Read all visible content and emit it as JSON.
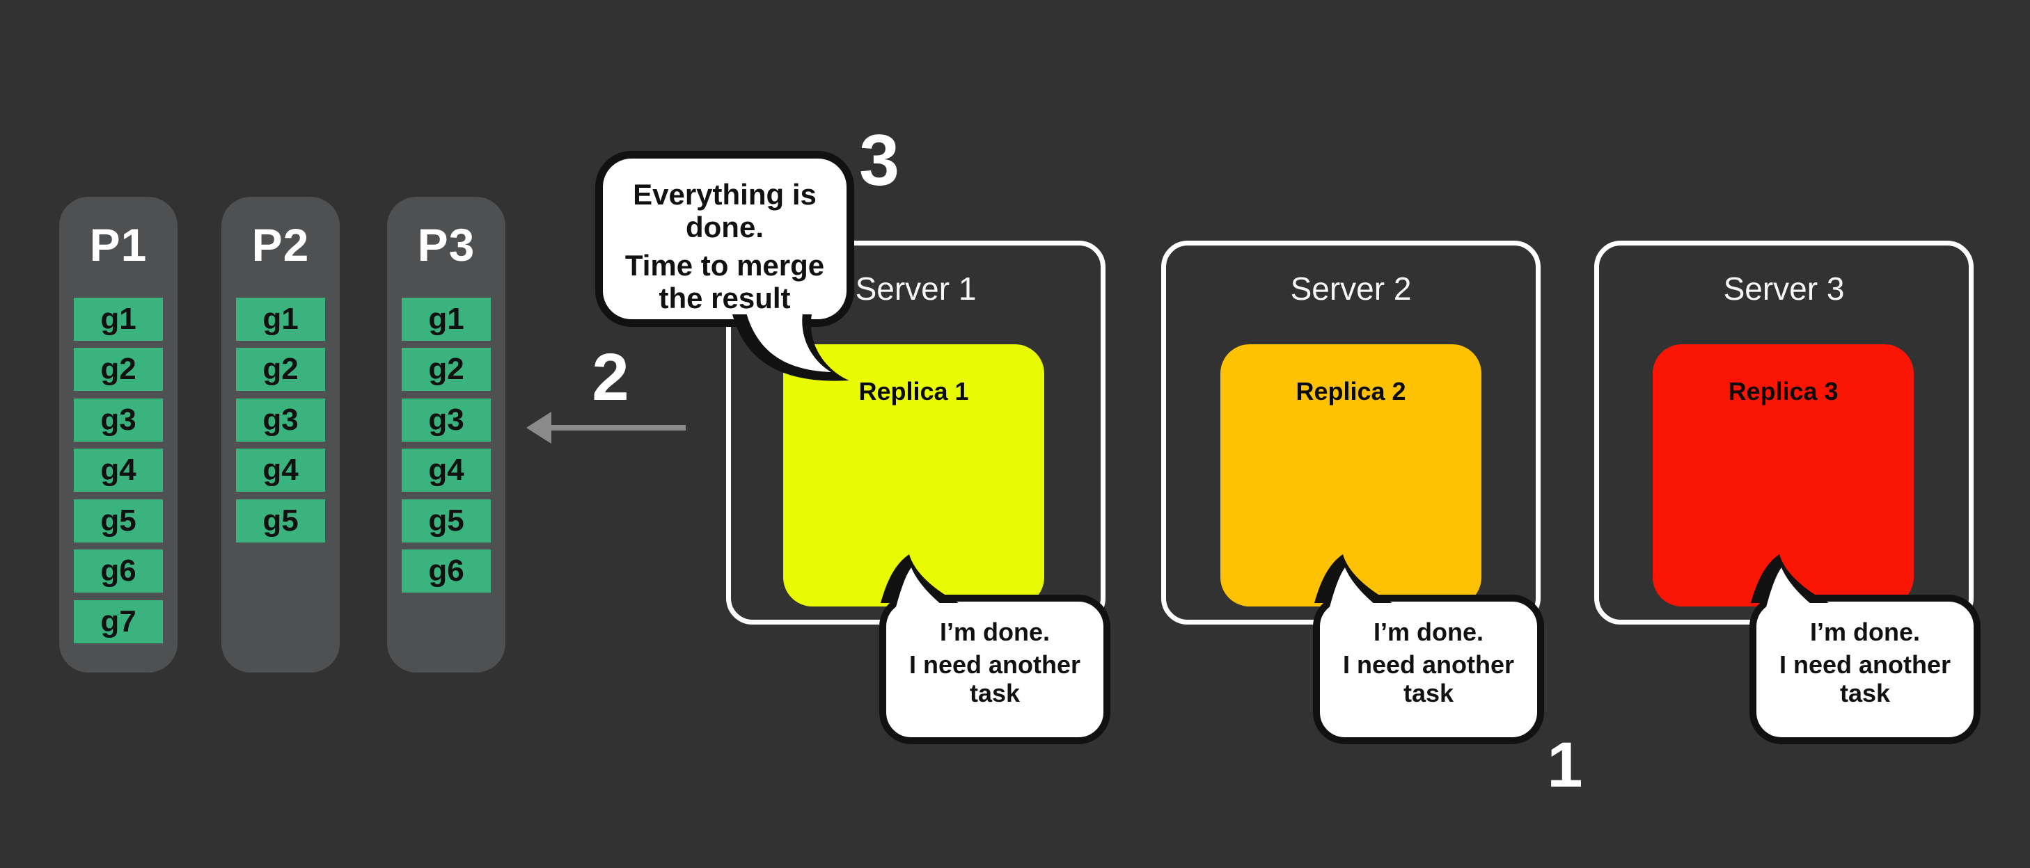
{
  "colors": {
    "background": "#323232",
    "column_bg": "#4e5052",
    "task_green": "#3ab37e",
    "server_border": "#ffffff",
    "replica1_yellow": "#e9fb02",
    "replica2_orange": "#fcc203",
    "replica3_red": "#fb1505",
    "bubble_bg": "#ffffff",
    "bubble_border": "#111111",
    "arrow_gray": "#8a8a8a"
  },
  "partitions": [
    {
      "title": "P1",
      "tasks": [
        "g1",
        "g2",
        "g3",
        "g4",
        "g5",
        "g6",
        "g7"
      ]
    },
    {
      "title": "P2",
      "tasks": [
        "g1",
        "g2",
        "g3",
        "g4",
        "g5"
      ]
    },
    {
      "title": "P3",
      "tasks": [
        "g1",
        "g2",
        "g3",
        "g4",
        "g5",
        "g6"
      ]
    }
  ],
  "servers": [
    {
      "title": "Server 1",
      "replica_label": "Replica 1"
    },
    {
      "title": "Server 2",
      "replica_label": "Replica 2"
    },
    {
      "title": "Server 3",
      "replica_label": "Replica 3"
    }
  ],
  "merge_bubble": {
    "line1": "Everything is done.",
    "line2": "Time to merge the result"
  },
  "done_bubble": {
    "line1": "I’m done.",
    "line2": "I need another task"
  },
  "steps": {
    "one": "1",
    "two": "2",
    "three": "3"
  }
}
